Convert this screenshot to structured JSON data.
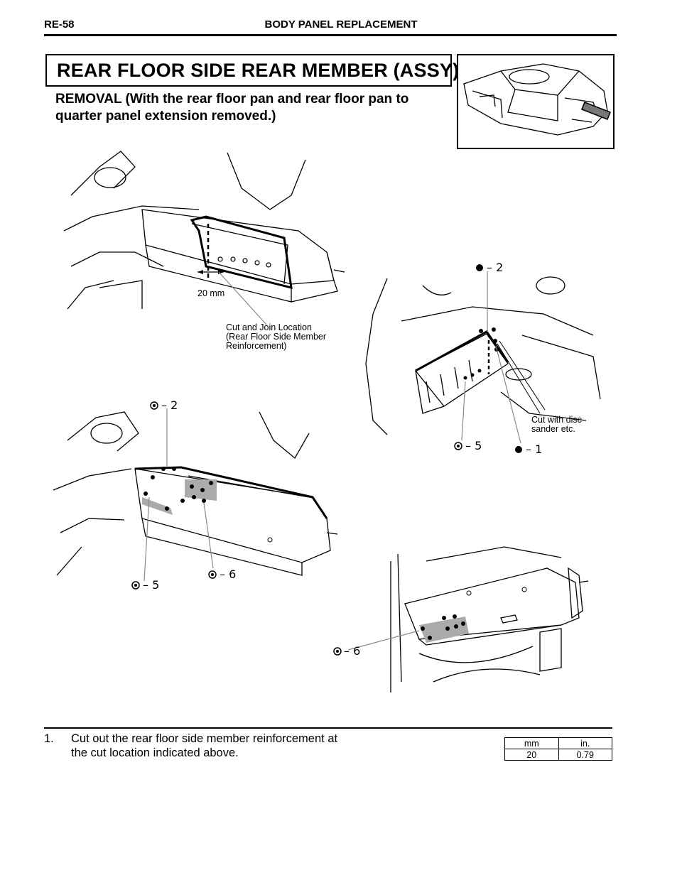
{
  "header": {
    "page_code": "RE-58",
    "section_title": "BODY PANEL REPLACEMENT"
  },
  "main": {
    "title": "REAR FLOOR SIDE REAR MEMBER (ASSY)",
    "subtitle": "REMOVAL (With the rear floor pan and rear floor pan to quarter panel extension removed.)"
  },
  "figures": {
    "fig1": {
      "dimension_label": "20 mm",
      "cut_label": [
        "Cut and Join Location",
        "(Rear Floor Side Member",
        "Reinforcement)"
      ]
    },
    "fig2": {
      "callout_top": "– 2",
      "callout_bottom_left": "– 5",
      "callout_bottom_right": "– 1",
      "cut_note": [
        "Cut with disc",
        "sander etc."
      ]
    },
    "fig3": {
      "callout_top": "– 2",
      "callout_bottom": "– 5",
      "callout_mid": "– 6"
    },
    "fig4": {
      "callout": "– 6"
    }
  },
  "steps": [
    {
      "number": "1.",
      "text": "Cut out the rear floor side member reinforcement at the cut location indicated above."
    }
  ],
  "conversion_table": {
    "headers": [
      "mm",
      "in."
    ],
    "rows": [
      [
        "20",
        "0.79"
      ]
    ]
  }
}
